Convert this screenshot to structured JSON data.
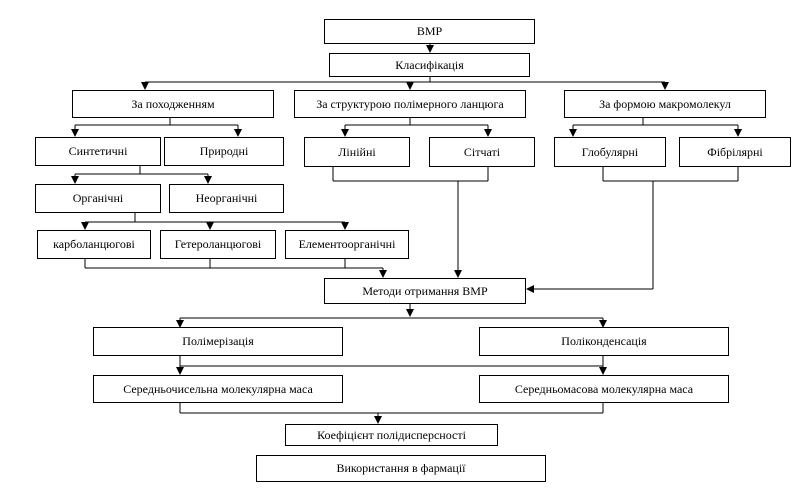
{
  "nodes": {
    "vmp": "ВМР",
    "classification": "Класифікація",
    "by_origin": "За походженням",
    "by_chain_structure": "За структурою полімерного ланцюга",
    "by_shape": "За формою макромолекул",
    "synthetic": "Синтетичні",
    "natural": "Природні",
    "linear": "Лінійні",
    "network": "Сітчаті",
    "globular": "Глобулярні",
    "fibrillar": "Фібрілярні",
    "organic": "Органічні",
    "inorganic": "Неорганічні",
    "carbochain": "карболанцюгові",
    "heterochain": "Гетероланцюгові",
    "elementorganic": "Елементоорганічні",
    "methods": "Методи отримання ВМР",
    "polymerization": "Полімерізація",
    "polycondensation": "Поліконденсація",
    "number_avg_mass": "Середньочисельна молекулярна маса",
    "weight_avg_mass": "Середньомасова молекулярна маса",
    "polydispersity": "Коефіцієнт полідисперсності",
    "pharmacy_use": "Використання в фармації"
  }
}
